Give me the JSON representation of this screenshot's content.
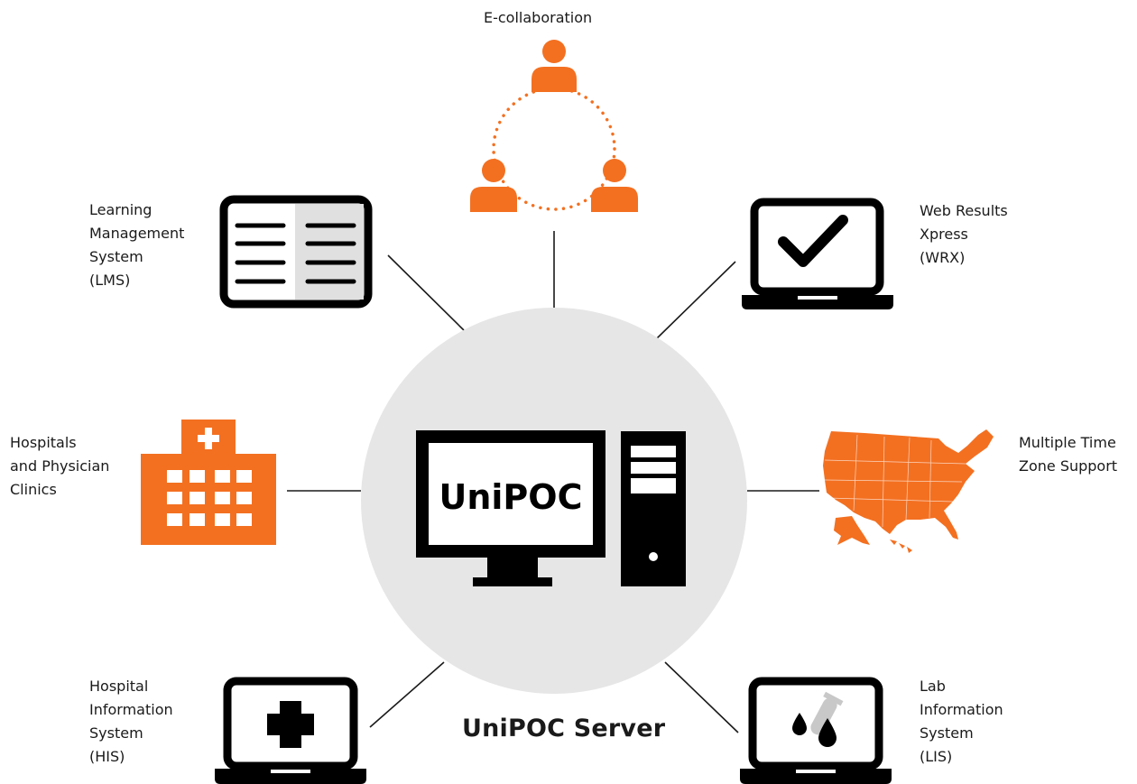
{
  "diagram": {
    "center": {
      "screen_text": "UniPOC",
      "caption": "UniPOC Server"
    },
    "nodes": [
      {
        "id": "e-collaboration",
        "label": "E-collaboration",
        "icon": "people-network-icon"
      },
      {
        "id": "lms",
        "label": "Learning\nManagement\nSystem\n(LMS)",
        "icon": "document-icon"
      },
      {
        "id": "wrx",
        "label": "Web Results\nXpress\n(WRX)",
        "icon": "laptop-checkmark-icon"
      },
      {
        "id": "hospitals",
        "label": "Hospitals\nand Physician\nClinics",
        "icon": "hospital-building-icon"
      },
      {
        "id": "time-zone",
        "label": "Multiple Time\nZone Support",
        "icon": "us-map-icon"
      },
      {
        "id": "his",
        "label": "Hospital\nInformation\nSystem\n(HIS)",
        "icon": "laptop-medical-cross-icon"
      },
      {
        "id": "lis",
        "label": "Lab\nInformation\nSystem\n(LIS)",
        "icon": "laptop-test-tube-icon"
      }
    ],
    "colors": {
      "accent": "#f37021",
      "icon": "#000000",
      "hub": "#e6e6e6",
      "line": "#1a1a1a"
    }
  }
}
